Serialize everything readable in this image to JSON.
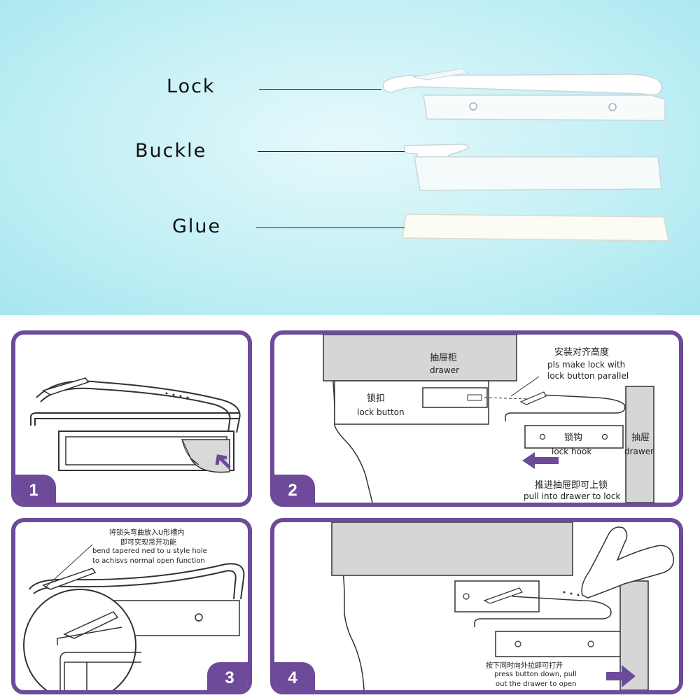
{
  "photo": {
    "labels": [
      "Lock",
      "Buckle",
      "Glue"
    ]
  },
  "panels": [
    {
      "number": "1"
    },
    {
      "number": "2",
      "drawer_top_cn": "抽屉柜",
      "drawer_top_en": "drawer",
      "note_cn": "安装对齐高度",
      "note_en_1": "pls make lock with",
      "note_en_2": "lock button parallel",
      "lock_button_cn": "锁扣",
      "lock_button_en": "lock button",
      "lock_hook_cn": "锁钩",
      "lock_hook_en": "lock hook",
      "drawer_side_cn": "抽屉",
      "drawer_side_en": "drawer",
      "push_cn": "推进抽屉即可上锁",
      "push_en": "pull into drawer to lock"
    },
    {
      "number": "3",
      "line_cn_1": "将锁头弯曲放入U形槽内",
      "line_cn_2": "即可实现常开功能",
      "line_en_1": "bend tapered ned to u style hole",
      "line_en_2": "to achisvs normal open function"
    },
    {
      "number": "4",
      "line_cn": "按下同时向外拉即可打开",
      "line_en_1": "press button down, pull",
      "line_en_2": "out the drawer to open"
    }
  ]
}
